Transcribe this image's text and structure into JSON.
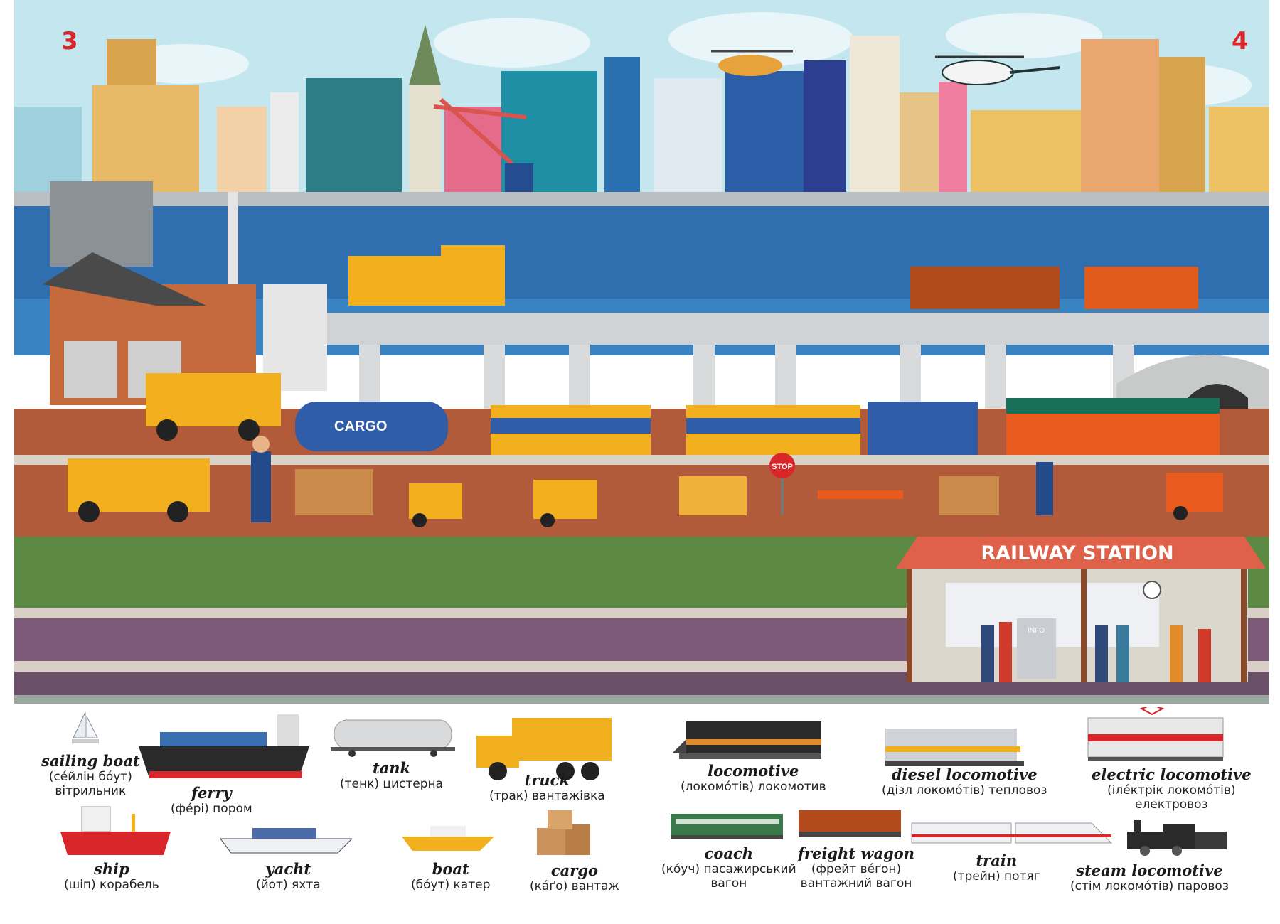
{
  "pages": {
    "left": "3",
    "right": "4"
  },
  "scene": {
    "tank_car_label": "CARGO",
    "stop_sign": "STOP",
    "station_sign": "RAILWAY STATION",
    "info_sign": "INFO"
  },
  "colors": {
    "sky": "#bfe3ee",
    "water": "#2f6fb0",
    "dirt": "#b25b3a",
    "grass": "#5c8a44",
    "road": "#7c5a78",
    "truck_yellow": "#f2b01e",
    "station_roof": "#e0614a",
    "page_number": "#d9262b"
  },
  "glossary": [
    {
      "id": "sailing-boat",
      "icon": "sailboat-icon",
      "name": "sailing boat",
      "lines": [
        "(сéйлін бóут)",
        "вітрильник"
      ]
    },
    {
      "id": "ferry",
      "icon": "ferry-icon",
      "name": "ferry",
      "lines": [
        "(фéрі) пором"
      ]
    },
    {
      "id": "tank",
      "icon": "tank-car-icon",
      "name": "tank",
      "lines": [
        "(тенк) цистерна"
      ]
    },
    {
      "id": "truck",
      "icon": "truck-icon",
      "name": "truck",
      "lines": [
        "(трак) вантажівка"
      ]
    },
    {
      "id": "ship",
      "icon": "ship-icon",
      "name": "ship",
      "lines": [
        "(шіп) корабель"
      ]
    },
    {
      "id": "yacht",
      "icon": "yacht-icon",
      "name": "yacht",
      "lines": [
        "(йот) яхта"
      ]
    },
    {
      "id": "boat",
      "icon": "boat-icon",
      "name": "boat",
      "lines": [
        "(бóут) катер"
      ]
    },
    {
      "id": "cargo",
      "icon": "cargo-boxes-icon",
      "name": "cargo",
      "lines": [
        "(кáґо) вантаж"
      ]
    },
    {
      "id": "locomotive",
      "icon": "locomotive-icon",
      "name": "locomotive",
      "lines": [
        "(локомóтів) локомотив"
      ]
    },
    {
      "id": "diesel-locomotive",
      "icon": "diesel-locomotive-icon",
      "name": "diesel locomotive",
      "lines": [
        "(дізл локомóтів) тепловоз"
      ]
    },
    {
      "id": "electric-locomotive",
      "icon": "electric-locomotive-icon",
      "name": "electric locomotive",
      "lines": [
        "(ілéктрік локомóтів)",
        "електровоз"
      ]
    },
    {
      "id": "coach",
      "icon": "coach-icon",
      "name": "coach",
      "lines": [
        "(кóуч) пасажирський",
        "вагон"
      ]
    },
    {
      "id": "freight-wagon",
      "icon": "freight-wagon-icon",
      "name": "freight wagon",
      "lines": [
        "(фрейт вéґон)",
        "вантажний вагон"
      ]
    },
    {
      "id": "train",
      "icon": "train-icon",
      "name": "train",
      "lines": [
        "(трейн) потяг"
      ]
    },
    {
      "id": "steam-locomotive",
      "icon": "steam-locomotive-icon",
      "name": "steam locomotive",
      "lines": [
        "(стім локомóтів) паровоз"
      ]
    }
  ]
}
